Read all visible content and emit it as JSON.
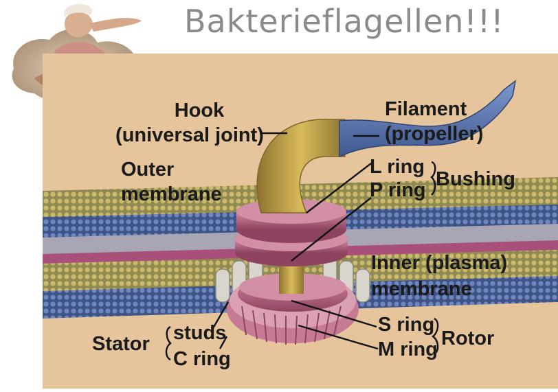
{
  "slide": {
    "title": "Bakterieflagellen!!!"
  },
  "diagram": {
    "labels": {
      "hook_line1": "Hook",
      "hook_line2": "(universal joint)",
      "filament_line1": "Filament",
      "filament_line2": "(propeller)",
      "outer_line1": "Outer",
      "outer_line2": "membrane",
      "l_ring": "L ring",
      "p_ring": "P ring",
      "bushing": "Bushing",
      "inner_line1": "Inner (plasma)",
      "inner_line2": "membrane",
      "s_ring": "S ring",
      "m_ring": "M ring",
      "rotor": "Rotor",
      "stator": "Stator",
      "studs": "studs",
      "c_ring": "C ring"
    },
    "colors": {
      "background": "#e6c59d",
      "membrane_yellow": "#c8b46a",
      "membrane_blue": "#5a6fa8",
      "membrane_pink": "#a8507a",
      "membrane_grey": "#9a9ab0",
      "hook": "#c9a84a",
      "filament": "#5a78b0",
      "rings": "#b8627f",
      "studs": "#d8d6cc"
    }
  }
}
